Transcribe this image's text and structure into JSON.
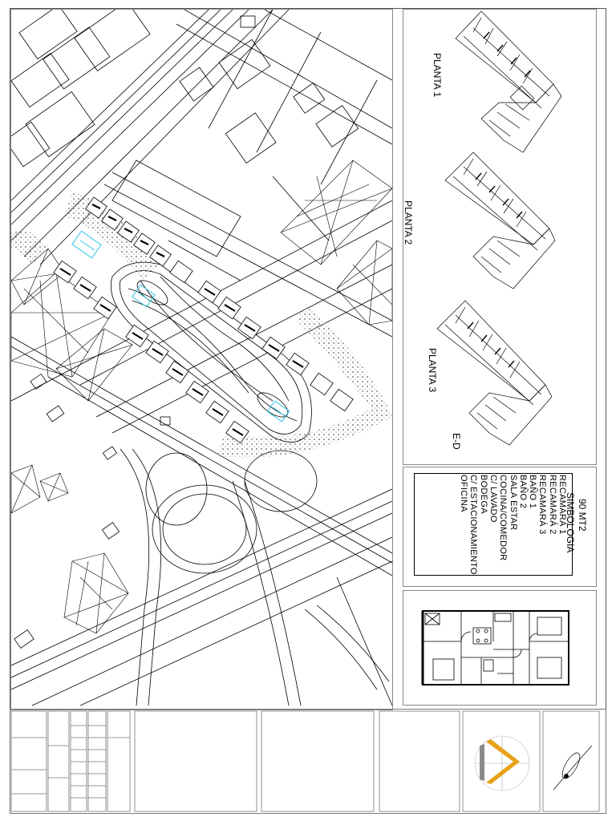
{
  "sheet": {
    "floor_labels": {
      "planta1": "PLANTA 1",
      "planta2": "PLANTA 2",
      "planta3": "PLANTA 3",
      "ed": "E-D"
    },
    "legend": {
      "area": "90 MT2",
      "title": "SIMBOLOGIA",
      "items": [
        "RECAMARÁ 1",
        "RECAMARÁ 2",
        "RECAMARÁ 3",
        "BAÑO 1",
        "BAÑO 2",
        "SALA ESTAR",
        "COCINA/COMEDOR",
        "C/ LAVADO",
        "BODEGA",
        "C/ ESTACIONAMIENTO",
        "OFICINA"
      ]
    },
    "colors": {
      "line": "#000000",
      "pool": "#29c7e6",
      "logo_gold": "#e8a21a",
      "logo_grey": "#8a8a8a",
      "stipple": "#9a9a9a"
    }
  }
}
